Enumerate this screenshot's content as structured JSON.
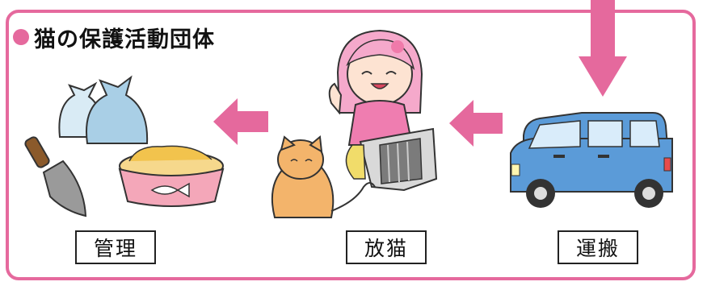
{
  "title": "猫の保護活動団体",
  "steps": [
    {
      "label": "管理"
    },
    {
      "label": "放猫"
    },
    {
      "label": "運搬"
    }
  ],
  "colors": {
    "accent": "#e5699d",
    "car": "#5b9bd8",
    "bowl": "#f4a7b9",
    "bag": "#a9cfe6",
    "cat": "#f3b46b"
  },
  "icons": [
    "bag-icon",
    "trowel-icon",
    "food-bowl-icon",
    "girl-icon",
    "cat-icon",
    "carrier-icon",
    "car-icon",
    "arrow-left-icon",
    "arrow-down-icon"
  ]
}
